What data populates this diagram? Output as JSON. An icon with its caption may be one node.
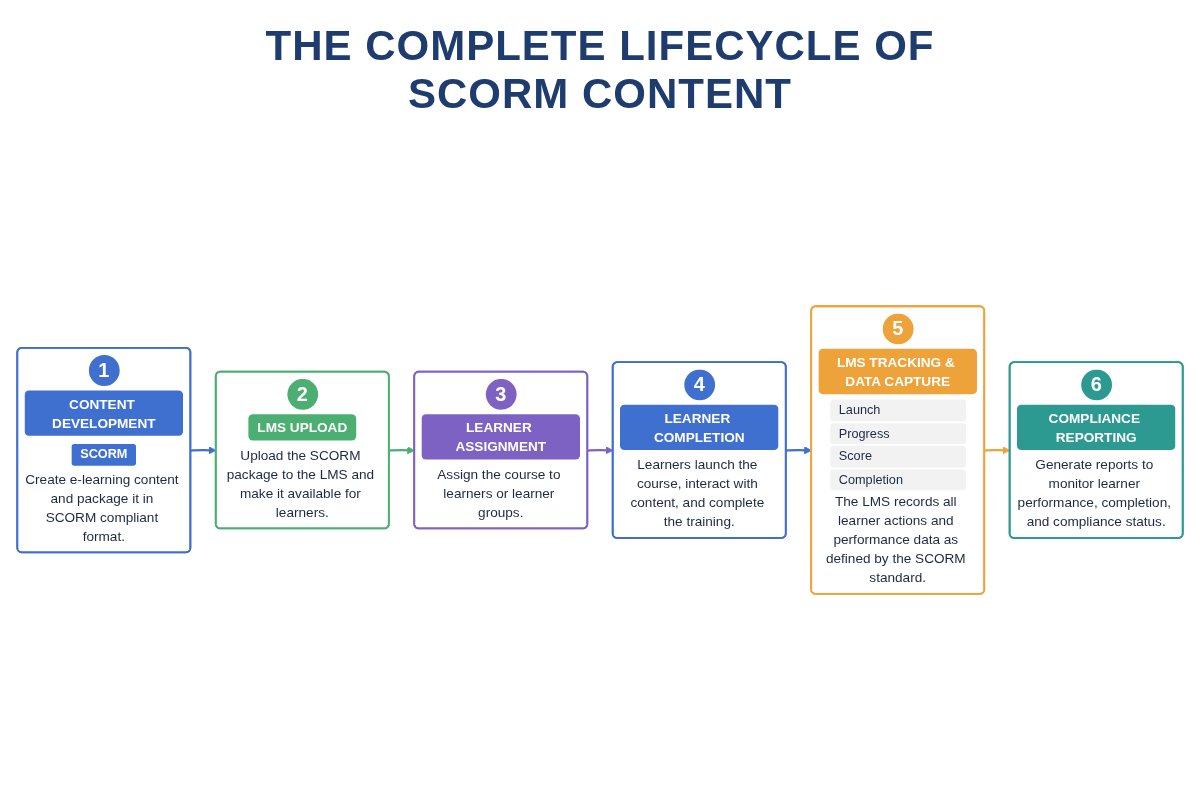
{
  "diagram": {
    "title": "THE COMPLETE LIFECYCLE OF SCORM CONTENT",
    "nodes": [
      {
        "text": [
          "1",
          "CONTENT DEVELOPMENT",
          "SCORM",
          "Create e-learning content and package it in SCORM compliant format."
        ]
      },
      {
        "text": [
          "2",
          "LMS UPLOAD",
          "Upload the SCORM package to the LMS and make it available for learners."
        ]
      },
      {
        "text": [
          "3",
          "LEARNER ASSIGNMENT",
          "Assign the course to learners or learner groups."
        ]
      },
      {
        "text": [
          "4",
          "LEARNER COMPLETION",
          "Learners launch the course, interact with content, and complete the training."
        ]
      },
      {
        "text": [
          "5",
          "LMS TRACKING & DATA CAPTURE",
          "Launch",
          "Progress",
          "Score",
          "Completion",
          "The LMS records all learner actions and performance data as defined by the SCORM standard."
        ]
      },
      {
        "text": [
          "6",
          "COMPLIANCE REPORTING",
          "Generate reports to monitor learner performance, completion, and compliance status."
        ]
      }
    ],
    "edges": [
      {
        "from": 0,
        "to": 1,
        "arrow": "to",
        "color": "#3f6fcf"
      },
      {
        "from": 1,
        "to": 2,
        "arrow": "to",
        "color": "#4caf72"
      },
      {
        "from": 2,
        "to": 3,
        "arrow": "to",
        "color": "#7d62c4"
      },
      {
        "from": 3,
        "to": 4,
        "arrow": "to",
        "color": "#3f6fcf"
      },
      {
        "from": 4,
        "to": 5,
        "arrow": "to",
        "color": "#eea23a"
      }
    ]
  }
}
